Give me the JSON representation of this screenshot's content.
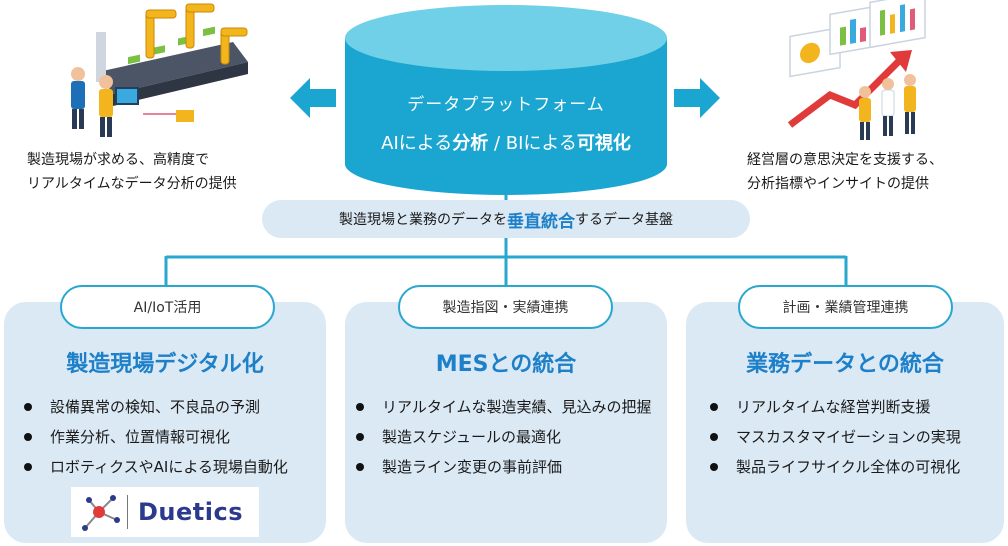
{
  "platform": {
    "title": "データプラットフォーム",
    "subtitle_parts": [
      "AIによる",
      "分析",
      " / ",
      "BIによる",
      "可視化"
    ]
  },
  "left": {
    "desc_lines": [
      "製造現場が求める、高精度で",
      "リアルタイムなデータ分析の提供"
    ]
  },
  "right": {
    "desc_lines": [
      "経営層の意思決定を支援する、",
      "分析指標やインサイトの提供"
    ]
  },
  "banner": {
    "before": "製造現場と業務のデータを",
    "accent": "垂直統合",
    "after": "するデータ基盤"
  },
  "panels": [
    {
      "pill": "AI/IoT活用",
      "heading": "製造現場デジタル化",
      "bullets": [
        "設備異常の検知、不良品の予測",
        "作業分析、位置情報可視化",
        "ロボティクスやAIによる現場自動化"
      ]
    },
    {
      "pill": "製造指図・実績連携",
      "heading": "MESとの統合",
      "bullets": [
        "リアルタイムな製造実績、見込みの把握",
        "製造スケジュールの最適化",
        "製造ライン変更の事前評価"
      ]
    },
    {
      "pill": "計画・業績管理連携",
      "heading": "業務データとの統合",
      "bullets": [
        "リアルタイムな経営判断支援",
        "マスカスタマイゼーションの実現",
        "製品ライフサイクル全体の可視化"
      ]
    }
  ],
  "logo": {
    "text": "Duetics"
  },
  "colors": {
    "accent": "#1d80c8",
    "cylinder": "#1aa6d1",
    "cylinder_top": "#7fd4ea",
    "panel": "#dbe9f5",
    "line": "#28a7cf"
  }
}
